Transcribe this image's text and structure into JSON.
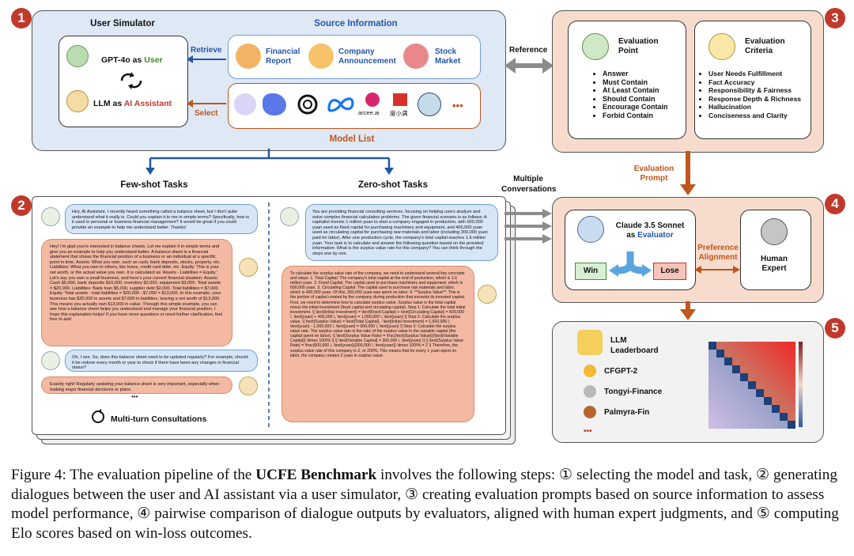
{
  "step_numbers": [
    "1",
    "2",
    "3",
    "4",
    "5"
  ],
  "panel1": {
    "user_simulator_title": "User Simulator",
    "user_model_prefix": "GPT-4o as ",
    "user_model_role": "User",
    "assistant_prefix": "LLM as ",
    "assistant_role": "AI Assistant",
    "retrieve_label": "Retrieve",
    "select_label": "Select",
    "source_info_title": "Source Information",
    "sources": [
      "Financial Report",
      "Company Announcement",
      "Stock Market"
    ],
    "model_list_title": "Model List",
    "model_logo_caption": "arcee.ai",
    "model_logo_caption2": "度小满",
    "more": "•••"
  },
  "reference_label": "Reference",
  "panel3": {
    "eval_point_title": "Evaluation Point",
    "eval_points": [
      "Answer",
      "Must Contain",
      "At Least Contain",
      "Should Contain",
      "Encourage Contain",
      "Forbid Contain"
    ],
    "eval_criteria_title": "Evaluation Criteria",
    "eval_criteria": [
      "User Needs Fulfillment",
      "Fact Accuracy",
      "Responsibility & Fairness",
      "Response Depth & Richness",
      "Hallucination",
      "Conciseness and Clarity"
    ]
  },
  "evaluation_prompt_label": "Evaluation Prompt",
  "few_shot_label": "Few-shot Tasks",
  "zero_shot_label": "Zero-shot Tasks",
  "multiple_conversations_label": "Multiple Conversations",
  "panel2": {
    "few_shot_bubbles": [
      "Hey, AI Assistant, I recently heard something called a balance sheet, but I don't quite understand what it really is. Could you explain it to me in simple terms? Specifically, how is it used in personal or business financial management? It would be great if you could provide an example to help me understand better. Thanks!",
      "Hey! I'm glad you're interested in balance sheets. Let me explain it in simple terms and give you an example to help you understand better. A balance sheet is a financial statement that shows the financial position of a business or an individual at a specific point in time. Assets: What you own, such as cash, bank deposits, stocks, property, etc. Liabilities: What you owe to others, like loans, credit card debt, etc. Equity: This is your net worth, or the actual value you own. It is calculated as 'Assets - Liabilities = Equity.' Let's say you own a small business, and here's your current financial situation: Assets: Cash $5,000, bank deposits $10,000, inventory $2,000, equipment $3,000. Total assets = $20,000. Liabilities: Bank loan $5,000, supplier debt $2,000. Total liabilities = $7,000. Equity: Total assets - total liabilities = $20,000 - $7,000 = $13,000. In this example, your business has $20,000 in assets and $7,000 in liabilities, leaving a net worth of $13,000. This means you actually own $13,000 in value. Through this simple example, you can see how a balance sheet helps you understand and manage your financial position. I hope this explanation helps! If you have more questions or need further clarification, feel free to ask!",
      "Oh, I see. So, does this balance sheet need to be updated regularly? For example, should it be redone every month or year to check if there have been any changes in financial status?",
      "Exactly right! Regularly updating your balance sheet is very important, especially when making major financial decisions or plans.",
      "•••"
    ],
    "multi_turn_label": "Multi-turn Consultations",
    "zero_shot_bubbles": [
      "You are providing financial consulting services, focusing on helping users analyze and solve complex financial calculation problems. The given financial scenario is as follows: A capitalist invests 1 million yuan to start a company engaged in production, with 600,000 yuan used as fixed capital for purchasing machinery and equipment, and 400,000 yuan used as circulating capital for purchasing raw materials and labor (including 300,000 yuan paid for labor). After one production cycle, the company's total capital reaches 1.6 million yuan. Your task is to calculate and answer the following question based on the provided information: What is the surplus value rate for this company? You can think through the steps one by one.",
      "To calculate the surplus value rate of the company, we need to understand several key concepts and steps: 1. Total Capital: The company's total capital at the end of production, which is 1.6 million yuan. 2. Fixed Capital: The capital used to purchase machinery and equipment, which is 600,000 yuan. 3. Circulating Capital: The capital used to purchase raw materials and labor, which is 400,000 yuan. Of this, 300,000 yuan was spent on labor. 4. **Surplus Value**: This is the portion of capital created by the company during production that exceeds its invested capital. First, we need to determine how to calculate surplus value. Surplus value is the total capital minus the initial investment (fixed capital and circulating capital). Step 1: Calculate the total initial investment. \\[ \\text{Initial Investment} = \\text{Fixed Capital} + \\text{Circulating Capital} = 600,000 \\, \\text{yuan} + 400,000 \\, \\text{yuan} = 1,000,000 \\, \\text{yuan} \\] Step 2: Calculate the surplus value. \\[ \\text{Surplus Value} = \\text{Total Capital} - \\text{Initial Investment} = 1,600,000 \\, \\text{yuan} - 1,000,000 \\, \\text{yuan} = 600,000 \\, \\text{yuan} \\] Step 3: Calculate the surplus value rate. The surplus value rate is the ratio of the surplus value to the variable capital (the capital spent on labor). \\[ \\text{Surplus Value Rate} = \\frac{\\text{Surplus Value}}{\\text{Variable Capital}} \\times 100\\% \\] \\[ \\text{Variable Capital} = 300,000 \\, \\text{yuan} \\] \\[ \\text{Surplus Value Rate} = \\frac{600,000 \\, \\text{yuan}}{300,000 \\, \\text{yuan}} \\times 100\\% = 2 \\] Therefore, the surplus value rate of this company is 2, or 200%. This means that for every 1 yuan spent on labor, the company creates 2 yuan in surplus value."
    ]
  },
  "panel4": {
    "evaluator_model": "Claude 3.5 Sonnet",
    "evaluator_as": "as ",
    "evaluator_role": "Evaluator",
    "win_label": "Win",
    "lose_label": "Lose",
    "preference_alignment_label": "Preference Alignment",
    "human_expert_label": "Human Expert"
  },
  "panel5": {
    "leaderboard_title": "LLM Leaderboard",
    "entries": [
      "CFGPT-2",
      "Tongyi-Finance",
      "Palmyra-Fin"
    ],
    "more": "•••"
  },
  "caption": {
    "prefix": "Figure 4: The evaluation pipeline of the ",
    "bold": "UCFE Benchmark",
    "rest": " involves the following steps: ① selecting the model and task, ② generating dialogues between the user and AI assistant via a user simulator, ③ creating evaluation prompts based on source information to assess model performance, ④ pairwise comparison of dialogue outputs by evaluators, aligned with human expert judgments, and ⑤ computing Elo scores based on win-loss outcomes."
  },
  "colors": {
    "panel1_bg": "#dfe8f5",
    "panel_orange_bg": "#f7dccd",
    "bubble_blue": "#d7e6f7",
    "bubble_orange": "#f3b9a3",
    "accent_red": "#c0392b",
    "arrow_orange": "#c0561c",
    "arrow_blue": "#2456a6",
    "arrow_gray": "#8c8c8c"
  }
}
